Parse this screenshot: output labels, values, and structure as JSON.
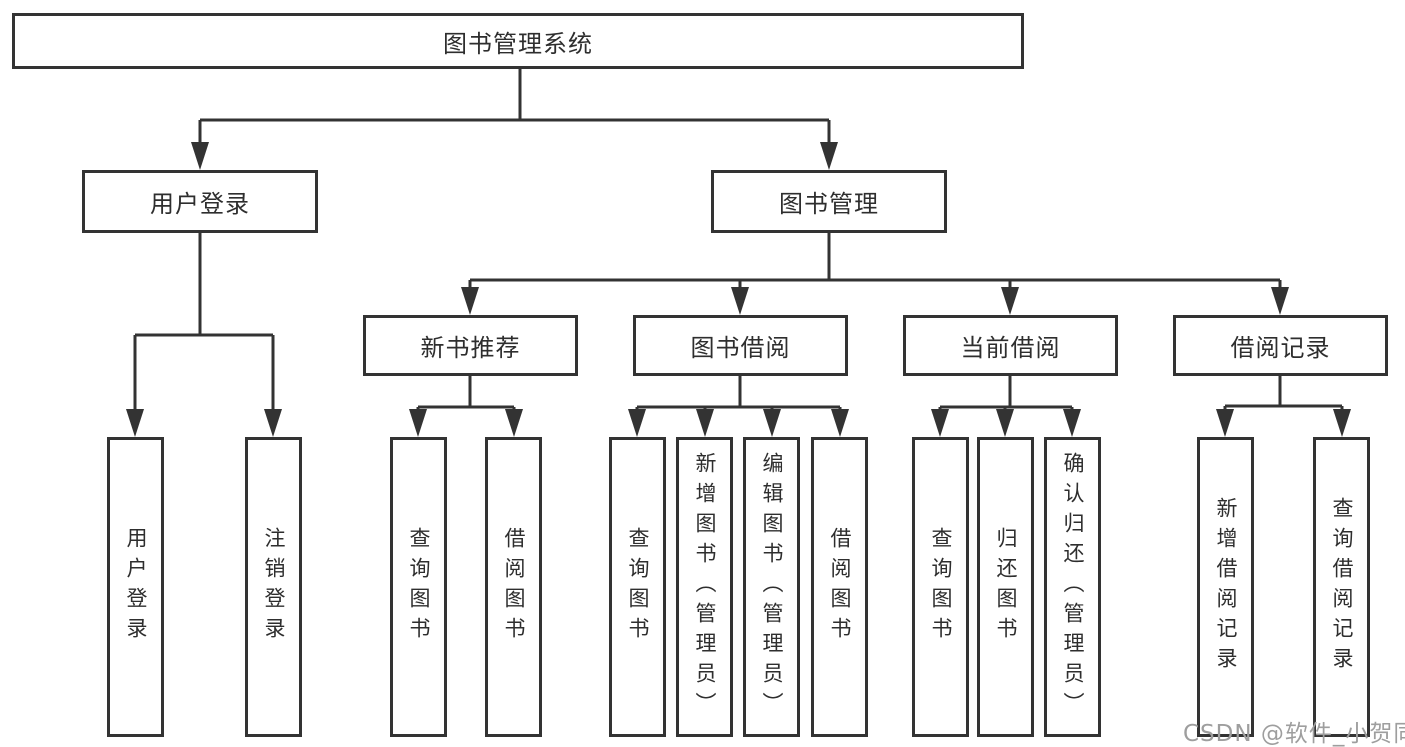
{
  "colors": {
    "line": "#333333",
    "box_border": "#333333",
    "box_fill": "#ffffff",
    "text": "#2e2e2e",
    "watermark_text_color": "#9e9e9e",
    "background": "#ffffff"
  },
  "tree": {
    "root": {
      "label": "图书管理系统"
    },
    "branches": [
      {
        "label": "用户登录",
        "children": [
          {
            "label": "用户登录"
          },
          {
            "label": "注销登录"
          }
        ]
      },
      {
        "label": "图书管理",
        "children": [
          {
            "label": "新书推荐",
            "children": [
              {
                "label": "查询图书"
              },
              {
                "label": "借阅图书"
              }
            ]
          },
          {
            "label": "图书借阅",
            "children": [
              {
                "label": "查询图书"
              },
              {
                "label": "新增图书（管理员）"
              },
              {
                "label": "编辑图书（管理员）"
              },
              {
                "label": "借阅图书"
              }
            ]
          },
          {
            "label": "当前借阅",
            "children": [
              {
                "label": "查询图书"
              },
              {
                "label": "归还图书"
              },
              {
                "label": "确认归还（管理员）"
              }
            ]
          },
          {
            "label": "借阅记录",
            "children": [
              {
                "label": "新增借阅记录"
              },
              {
                "label": "查询借阅记录"
              }
            ]
          }
        ]
      }
    ]
  },
  "watermark": {
    "text": "CSDN @软件_小贺同学"
  }
}
